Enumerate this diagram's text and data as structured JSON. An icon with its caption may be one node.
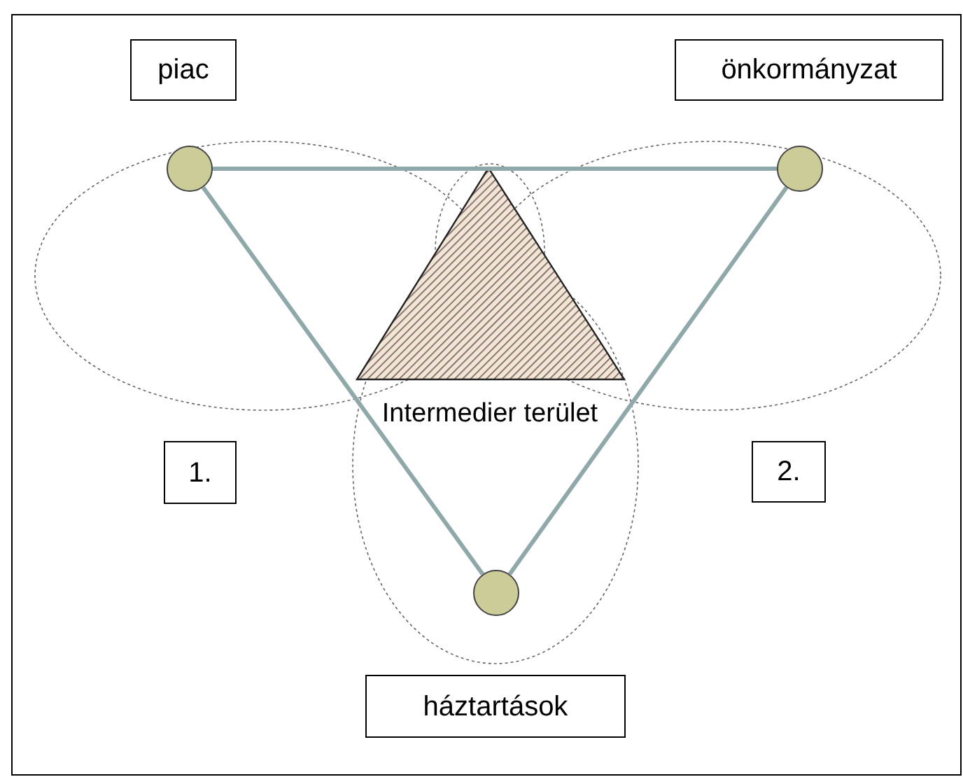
{
  "diagram": {
    "nodes": [
      {
        "text": [
          "piac"
        ]
      },
      {
        "text": [
          "önkormányzat"
        ]
      },
      {
        "text": [],
        "shape": "circle"
      },
      {
        "text": [],
        "shape": "circle"
      },
      {
        "text": [
          "Intermedier terület"
        ]
      },
      {
        "text": [
          "1."
        ]
      },
      {
        "text": [
          "2."
        ]
      },
      {
        "text": [],
        "shape": "circle"
      },
      {
        "text": [
          "háztartások"
        ]
      }
    ],
    "edges": [
      {
        "from": 2,
        "to": 3,
        "arrow": "none"
      },
      {
        "from": 2,
        "to": 7,
        "arrow": "none"
      },
      {
        "from": 3,
        "to": 7,
        "arrow": "none"
      }
    ]
  }
}
